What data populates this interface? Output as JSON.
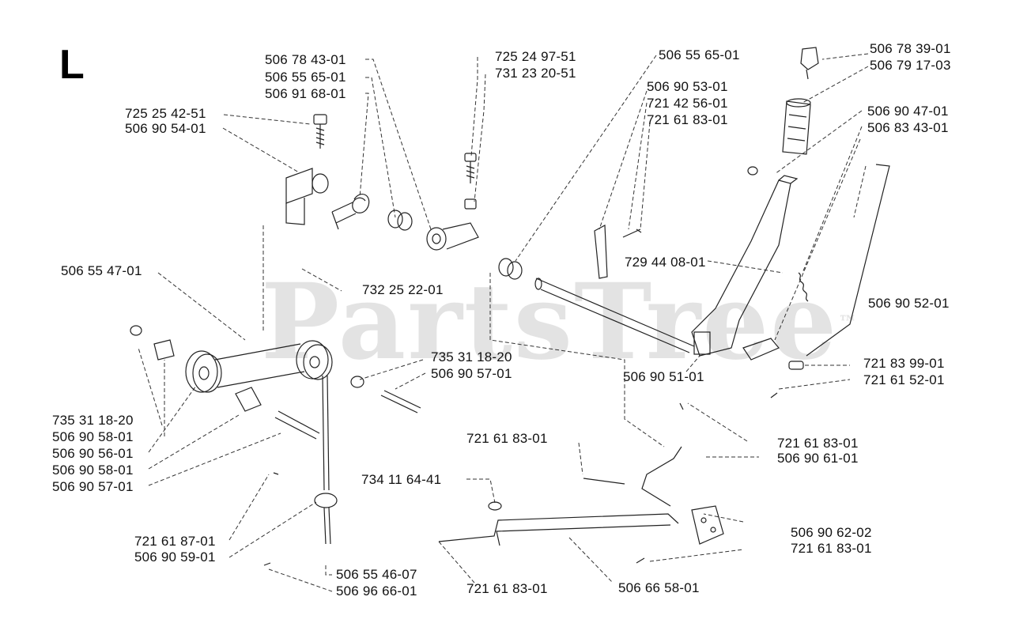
{
  "section_letter": "L",
  "watermark": {
    "text": "PartsTree",
    "trademark": "™"
  },
  "part_labels": {
    "p725_25_42_51": "725 25 42-51",
    "p506_90_54_01": "506 90 54-01",
    "p506_78_43_01": "506 78 43-01",
    "p506_55_65_01_a": "506 55 65-01",
    "p506_91_68_01": "506 91 68-01",
    "p725_24_97_51": "725 24 97-51",
    "p731_23_20_51": "731 23 20-51",
    "p506_55_65_01_b": "506 55 65-01",
    "p506_90_53_01": "506 90 53-01",
    "p721_42_56_01": "721 42 56-01",
    "p721_61_83_01_a": "721 61 83-01",
    "p506_78_39_01": "506 78 39-01",
    "p506_79_17_03": "506 79 17-03",
    "p506_90_47_01": "506 90 47-01",
    "p506_83_43_01": "506 83 43-01",
    "p506_55_47_01": "506 55 47-01",
    "p732_25_22_01": "732 25 22-01",
    "p729_44_08_01": "729 44 08-01",
    "p506_90_52_01": "506 90 52-01",
    "p735_31_18_20_a": "735 31 18-20",
    "p506_90_57_01_a": "506 90 57-01",
    "p506_90_51_01": "506 90 51-01",
    "p721_83_99_01": "721 83 99-01",
    "p721_61_52_01": "721 61 52-01",
    "p735_31_18_20_b": "735 31 18-20",
    "p506_90_58_01_a": "506 90 58-01",
    "p506_90_56_01": "506 90 56-01",
    "p506_90_58_01_b": "506 90 58-01",
    "p506_90_57_01_b": "506 90 57-01",
    "p721_61_83_01_b": "721 61 83-01",
    "p721_61_83_01_c": "721 61 83-01",
    "p506_90_61_01": "506 90 61-01",
    "p734_11_64_41": "734 11 64-41",
    "p506_90_62_02": "506 90 62-02",
    "p721_61_83_01_d": "721 61 83-01",
    "p721_61_87_01": "721 61 87-01",
    "p506_90_59_01": "506 90 59-01",
    "p506_55_46_07": "506 55 46-07",
    "p506_96_66_01": "506 96 66-01",
    "p721_61_83_01_e": "721 61 83-01",
    "p506_66_58_01": "506 66 58-01"
  }
}
